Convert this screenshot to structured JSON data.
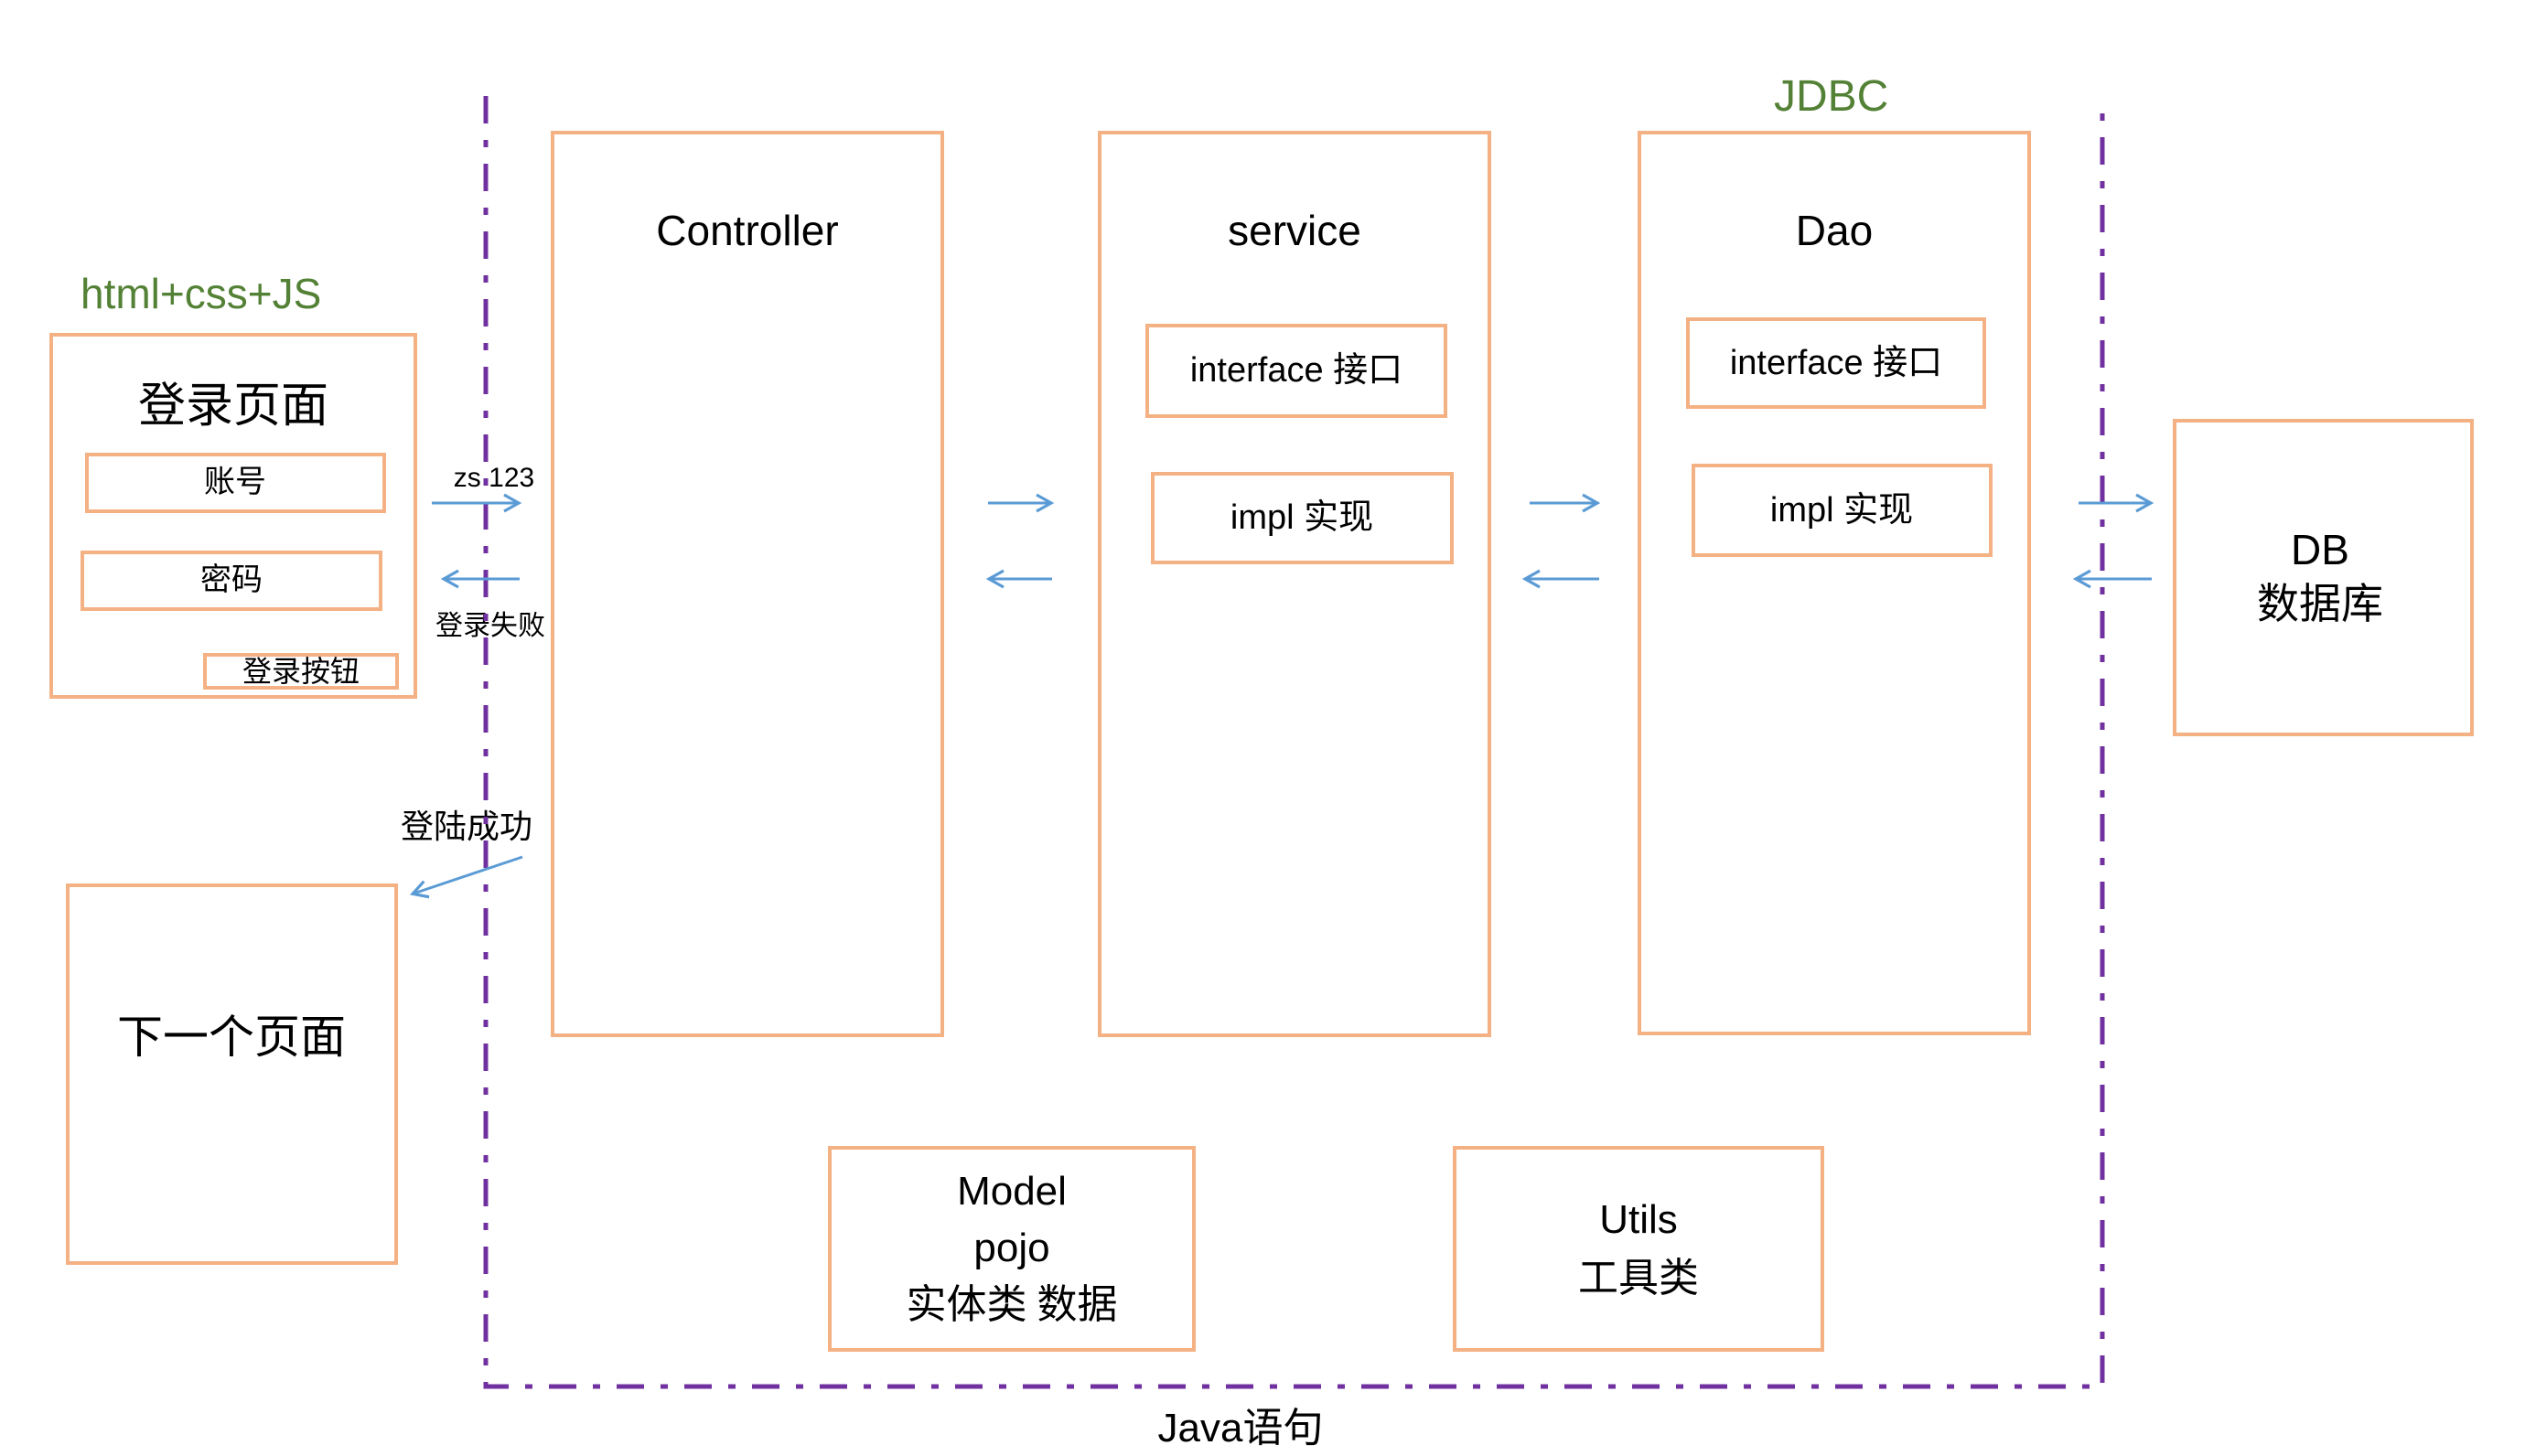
{
  "colors": {
    "box-border": "#F4B183",
    "accent-green": "#538135",
    "arrow-blue": "#5B9BD5",
    "divider-purple": "#7030A0",
    "text": "#000000",
    "background": "#FFFFFF"
  },
  "frontend": {
    "tech_label": "html+css+JS",
    "login_page": {
      "title": "登录页面",
      "account_label": "账号",
      "password_label": "密码",
      "login_button_label": "登录按钮"
    },
    "next_page_label": "下一个页面"
  },
  "flows": {
    "request_label": "zs 123",
    "fail_label": "登录失败",
    "success_label": "登陆成功"
  },
  "backend": {
    "jdbc_label": "JDBC",
    "region_label": "Java语句",
    "controller_title": "Controller",
    "service": {
      "title": "service",
      "interface_label": "interface 接口",
      "impl_label": "impl 实现"
    },
    "dao": {
      "title": "Dao",
      "interface_label": "interface 接口",
      "impl_label": "impl 实现"
    },
    "model": {
      "line1": "Model",
      "line2": "pojo",
      "line3": "实体类 数据"
    },
    "utils": {
      "line1": "Utils",
      "line2": "工具类"
    }
  },
  "database": {
    "line1": "DB",
    "line2": "数据库"
  }
}
